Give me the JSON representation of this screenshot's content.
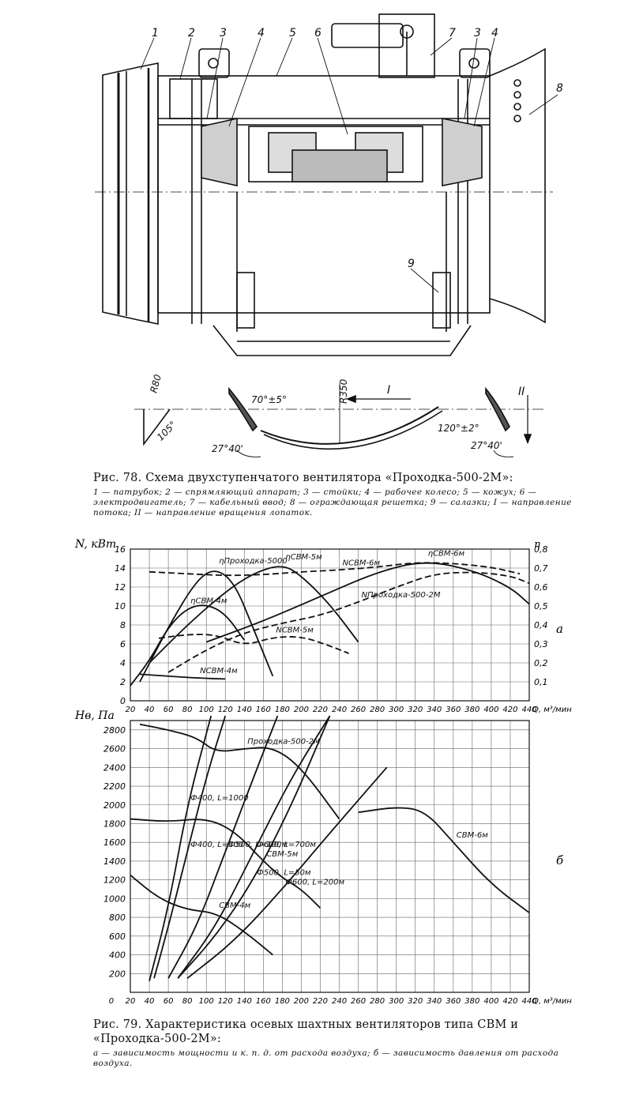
{
  "figure78": {
    "callouts": [
      "1",
      "2",
      "3",
      "4",
      "5",
      "6",
      "7",
      "3",
      "4",
      "8",
      "9"
    ],
    "dimensions": {
      "r80": "R80",
      "a105": "105°",
      "a70": "70°±5°",
      "r350": "R350",
      "dir_flow": "I",
      "a120": "120°±2°",
      "dir_rot": "II",
      "a2740_left": "27°40'",
      "a2740_right": "27°40'"
    },
    "caption_title": "Рис. 78. Схема двухступенчатого вентилятора «Проходка-500-2М»:",
    "caption_legend": "1 — патрубок; 2 — спрямляющий аппарат; 3 — стойки; 4 — рабочее колесо; 5 — кожух; 6 — электродвигатель; 7 — кабельный ввод; 8 — ограждающая решетка; 9 — салазки; I — направление потока; II — направление вращения лопаток."
  },
  "chart_data": [
    {
      "type": "line",
      "panel_label": "а",
      "ylabel": "N, кВт",
      "y2label": "η",
      "xlabel": "Q, м³/мин",
      "xlim": [
        20,
        440
      ],
      "ylim": [
        0,
        16
      ],
      "y2lim": [
        0,
        0.8
      ],
      "x_ticks": [
        20,
        40,
        60,
        80,
        100,
        120,
        140,
        160,
        180,
        200,
        220,
        240,
        260,
        280,
        300,
        320,
        340,
        360,
        380,
        400,
        420,
        440
      ],
      "y_ticks": [
        0,
        2,
        4,
        6,
        8,
        10,
        12,
        14,
        16
      ],
      "y2_ticks": [
        "0,1",
        "0,2",
        "0,3",
        "0,4",
        "0,5",
        "0,6",
        "0,7",
        "0,8"
      ],
      "grid": true,
      "series": [
        {
          "name": "NСВМ-6м",
          "x": [
            40,
            80,
            120,
            160,
            200,
            240,
            280,
            320,
            360,
            400,
            430
          ],
          "y": [
            13.6,
            13.4,
            13.2,
            13.3,
            13.6,
            13.8,
            14.1,
            14.6,
            14.5,
            14.1,
            13.4
          ]
        },
        {
          "name": "ηСВМ-5м",
          "x": [
            40,
            80,
            120,
            150,
            180,
            200,
            230,
            260
          ],
          "y": [
            4,
            8,
            11.5,
            13.5,
            14.4,
            13.2,
            10.2,
            6.2
          ]
        },
        {
          "name": "ηСВМ-6м",
          "x": [
            100,
            160,
            220,
            280,
            330,
            380,
            420,
            440
          ],
          "y": [
            6.2,
            8.4,
            11,
            13.6,
            14.8,
            13.8,
            12,
            10.2
          ]
        },
        {
          "name": "ηПроходка-5000",
          "x": [
            30,
            60,
            90,
            110,
            130,
            150,
            170
          ],
          "y": [
            2,
            7.8,
            12.8,
            14,
            12.4,
            7.5,
            2.6
          ]
        },
        {
          "name": "NПроходка-500-2М",
          "x": [
            60,
            100,
            140,
            180,
            220,
            260,
            300,
            340,
            380,
            420,
            440
          ],
          "y": [
            3,
            5.4,
            7.2,
            8.2,
            9,
            10.4,
            12,
            13.4,
            13.6,
            13.2,
            12.4
          ]
        },
        {
          "name": "ηСВМ-4м",
          "x": [
            20,
            40,
            60,
            80,
            100,
            120,
            140
          ],
          "y": [
            1.6,
            4.2,
            7.8,
            9.8,
            10.2,
            9.2,
            6.4
          ]
        },
        {
          "name": "NСВМ-5м",
          "x": [
            50,
            80,
            110,
            140,
            170,
            200,
            230,
            250
          ],
          "y": [
            6.6,
            7,
            7,
            5.8,
            6.7,
            6.8,
            5.8,
            5
          ]
        },
        {
          "name": "NСВМ-4м",
          "x": [
            30,
            60,
            90,
            120
          ],
          "y": [
            2.8,
            2.6,
            2.4,
            2.3
          ]
        }
      ]
    },
    {
      "type": "line",
      "panel_label": "б",
      "ylabel": "Hв, Па",
      "xlabel": "Q, м³/мин",
      "xlim": [
        20,
        440
      ],
      "ylim": [
        0,
        2900
      ],
      "x_ticks": [
        20,
        40,
        60,
        80,
        100,
        120,
        140,
        160,
        180,
        200,
        220,
        240,
        260,
        280,
        300,
        320,
        340,
        360,
        380,
        400,
        420,
        440
      ],
      "x_tick_labels": [
        "0",
        "20",
        "40",
        "60",
        "80",
        "100",
        "120",
        "140",
        "160",
        "180",
        "200",
        "220",
        "240",
        "260",
        "280",
        "300",
        "320",
        "340",
        "360",
        "380",
        "400",
        "420",
        "440"
      ],
      "y_ticks": [
        200,
        400,
        600,
        800,
        1000,
        1200,
        1400,
        1600,
        1800,
        2000,
        2200,
        2400,
        2600,
        2800
      ],
      "grid": true,
      "series": [
        {
          "name": "Проходка-500-2М",
          "x": [
            30,
            60,
            90,
            110,
            140,
            170,
            200,
            240
          ],
          "y": [
            2860,
            2800,
            2720,
            2560,
            2600,
            2620,
            2400,
            1850
          ]
        },
        {
          "name": "СВМ-5м",
          "x": [
            20,
            60,
            100,
            130,
            160,
            180,
            200,
            220
          ],
          "y": [
            1850,
            1820,
            1860,
            1720,
            1400,
            1220,
            1100,
            900
          ]
        },
        {
          "name": "СВМ-6м",
          "x": [
            260,
            300,
            330,
            360,
            400,
            440
          ],
          "y": [
            1920,
            1980,
            1940,
            1600,
            1150,
            850
          ]
        },
        {
          "name": "СВМ-4м",
          "x": [
            20,
            50,
            80,
            110,
            140,
            170
          ],
          "y": [
            1250,
            1000,
            880,
            850,
            650,
            400
          ]
        },
        {
          "name": "Ф400, L=300",
          "x": [
            45,
            60,
            80,
            100,
            120
          ],
          "y": [
            150,
            700,
            1500,
            2300,
            2950
          ]
        },
        {
          "name": "Ф400, L=1000",
          "x": [
            40,
            60,
            80,
            105
          ],
          "y": [
            120,
            900,
            2000,
            2950
          ]
        },
        {
          "name": "Ф500, L=100м",
          "x": [
            60,
            90,
            120,
            150,
            175
          ],
          "y": [
            150,
            700,
            1500,
            2300,
            2950
          ]
        },
        {
          "name": "Ф500, L=50м",
          "x": [
            70,
            110,
            150,
            190,
            230
          ],
          "y": [
            150,
            600,
            1200,
            2000,
            2950
          ]
        },
        {
          "name": "Ф600, L=200м",
          "x": [
            80,
            130,
            180,
            230,
            290
          ],
          "y": [
            150,
            550,
            1100,
            1700,
            2400
          ]
        },
        {
          "name": "Ф600, L=700м",
          "x": [
            70,
            110,
            150,
            190,
            230
          ],
          "y": [
            150,
            700,
            1500,
            2300,
            2950
          ]
        }
      ]
    }
  ],
  "figure79": {
    "caption_title": "Рис. 79. Характеристика осевых шахтных вентиляторов типа СВМ и «Проходка-500-2М»:",
    "caption_legend": "а — зависимость мощности и к. п. д. от расхода воздуха; б — зависимость давления от расхода воздуха."
  }
}
